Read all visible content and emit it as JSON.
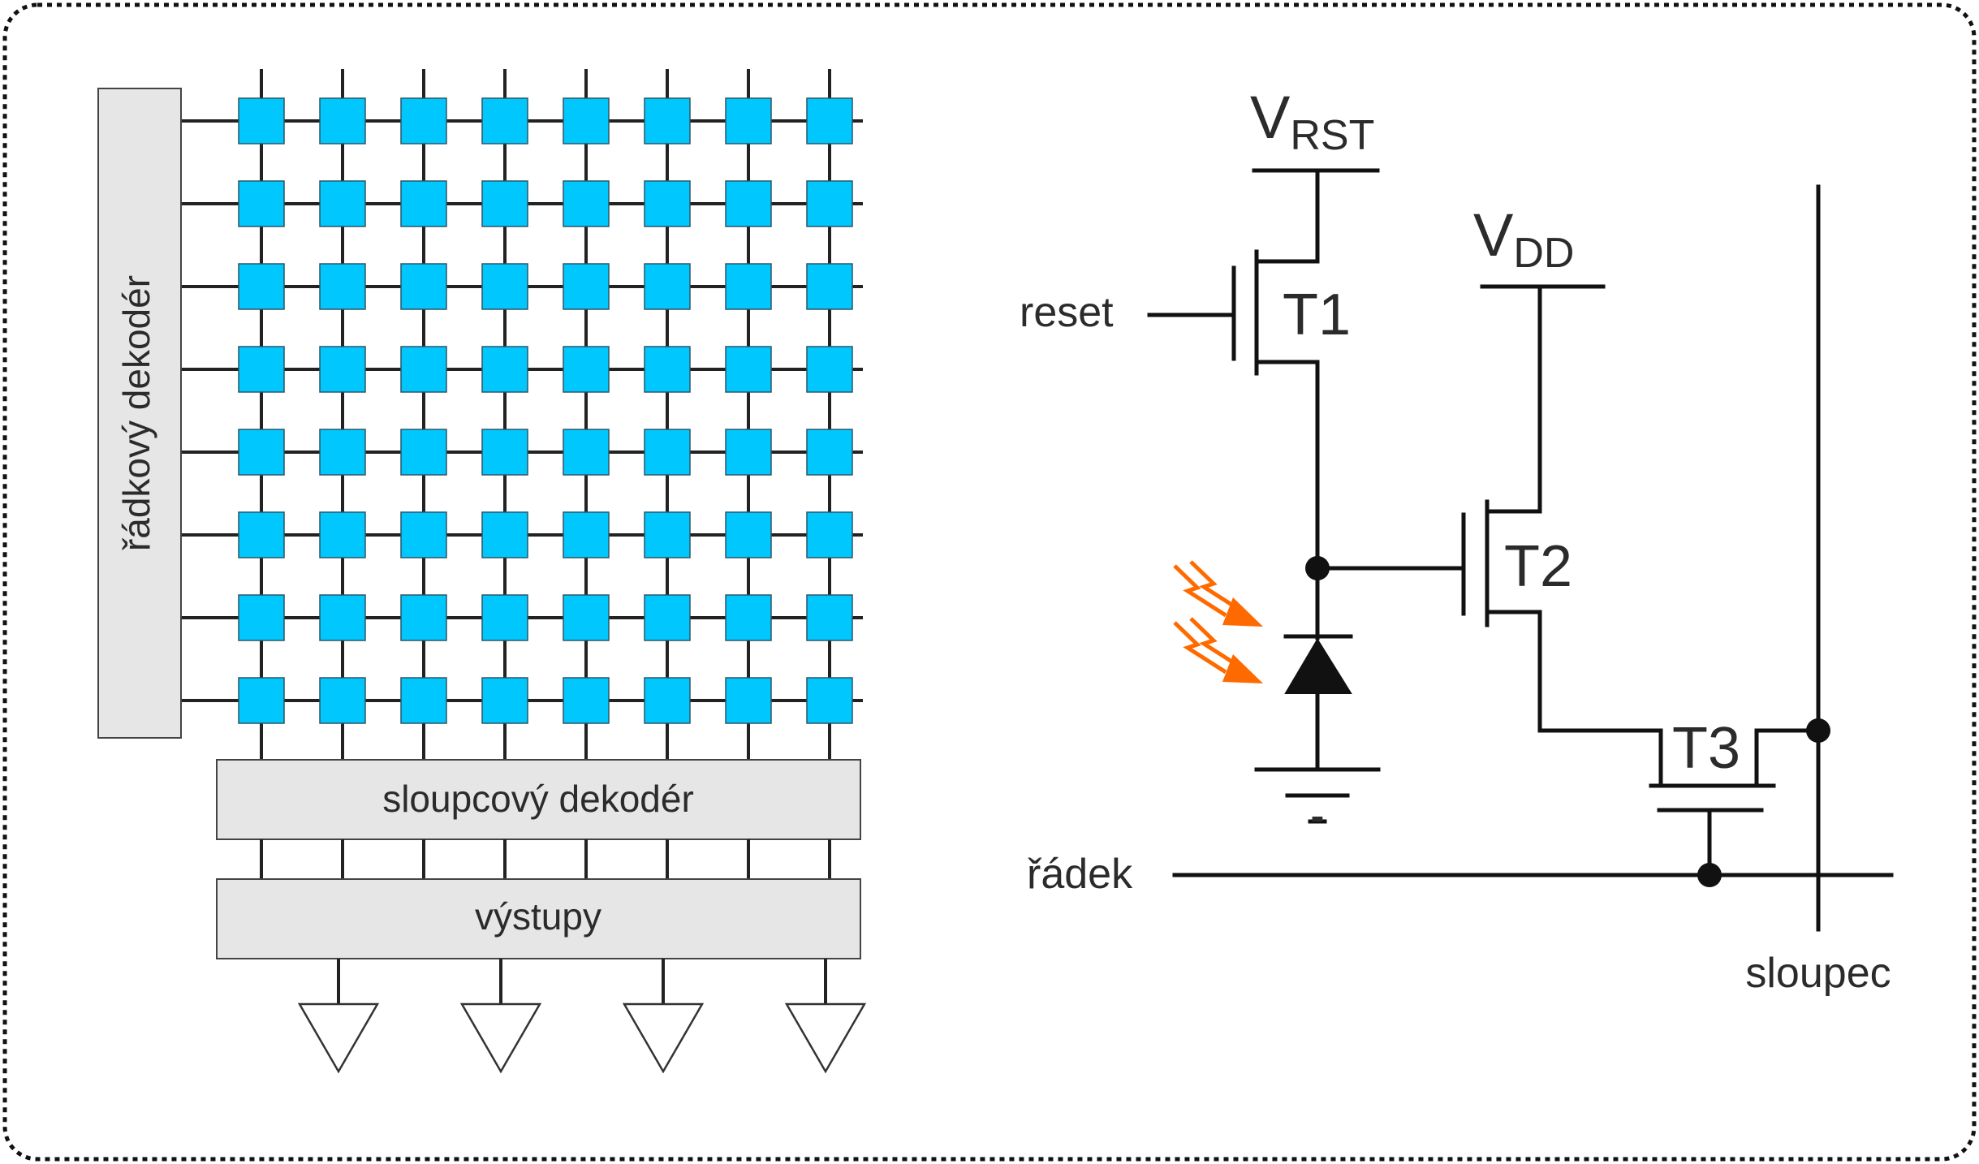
{
  "array": {
    "rows": 8,
    "cols": 8,
    "cell_color": "#00c8ff",
    "row_decoder_label": "řádkový dekodér",
    "column_decoder_label": "sloupcový dekodér",
    "outputs_label": "výstupy",
    "output_count": 4
  },
  "circuit": {
    "vrst_label": "V",
    "vrst_sub": "RST",
    "vdd_label": "V",
    "vdd_sub": "DD",
    "reset_label": "reset",
    "t1_label": "T1",
    "t2_label": "T2",
    "t3_label": "T3",
    "row_label": "řádek",
    "column_label": "sloupec",
    "ground_sign": "-",
    "light_color": "#ff6a00"
  },
  "colors": {
    "box_fill": "#e6e6e6",
    "line": "#222222"
  }
}
